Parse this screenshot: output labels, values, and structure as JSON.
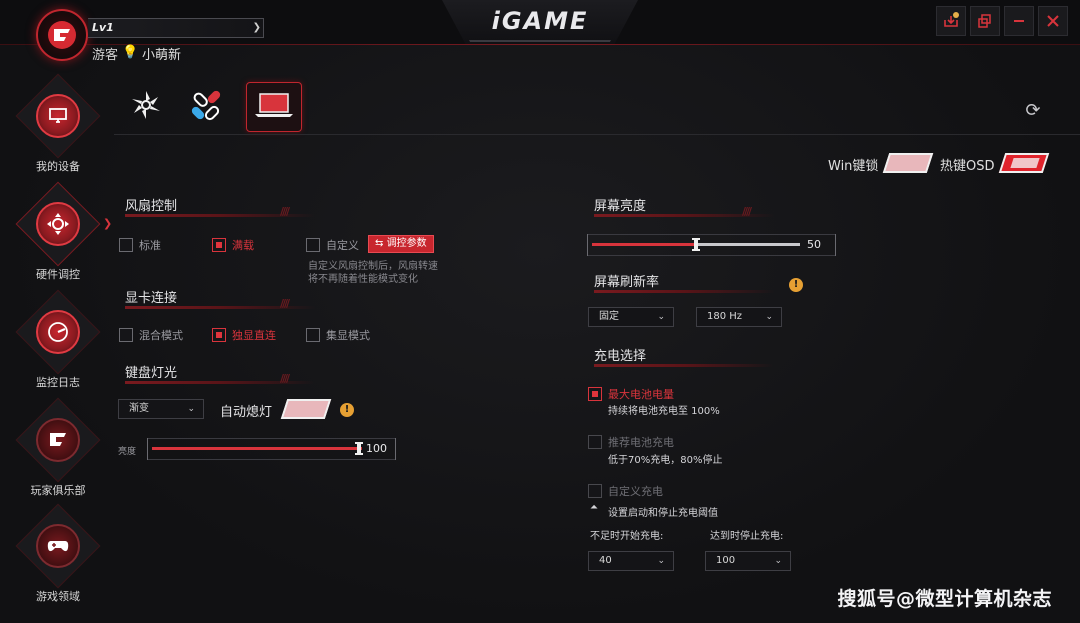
{
  "app": {
    "brand": "iGAME",
    "level": "Lv1",
    "user_title": "游客",
    "user_name": "小萌新"
  },
  "window_controls": [
    "notifications-icon",
    "restore-icon",
    "minimize-icon",
    "close-icon"
  ],
  "nav": {
    "items": [
      {
        "label": "我的设备",
        "icon": "monitor-icon"
      },
      {
        "label": "硬件调控",
        "icon": "gamepad-dpad-icon",
        "active": true
      },
      {
        "label": "监控日志",
        "icon": "gauge-icon"
      },
      {
        "label": "玩家俱乐部",
        "icon": "club-logo-icon"
      },
      {
        "label": "游戏领域",
        "icon": "controller-icon"
      }
    ]
  },
  "tabs": [
    {
      "icon": "fan-icon"
    },
    {
      "icon": "pills-icon"
    },
    {
      "icon": "laptop-icon",
      "active": true
    }
  ],
  "toggles": {
    "win_lock": {
      "label": "Win键锁",
      "on": false
    },
    "hotkey_osd": {
      "label": "热键OSD",
      "on": true
    }
  },
  "fan": {
    "title": "风扇控制",
    "options": [
      {
        "label": "标准",
        "checked": false
      },
      {
        "label": "满载",
        "checked": true
      },
      {
        "label": "自定义",
        "checked": false
      }
    ],
    "tune_button": "调控参数",
    "hint_line1": "自定义风扇控制后，风扇转速",
    "hint_line2": "将不再随着性能模式变化"
  },
  "gpu": {
    "title": "显卡连接",
    "options": [
      {
        "label": "混合模式",
        "checked": false
      },
      {
        "label": "独显直连",
        "checked": true
      },
      {
        "label": "集显模式",
        "checked": false
      }
    ]
  },
  "keyboard": {
    "title": "键盘灯光",
    "mode": "渐变",
    "auto_off_label": "自动熄灯",
    "auto_off_on": false,
    "brightness_label": "亮度",
    "brightness": 100
  },
  "screen": {
    "title": "屏幕亮度",
    "brightness": 50
  },
  "refresh": {
    "title": "屏幕刷新率",
    "mode": "固定",
    "rate": "180 Hz"
  },
  "charge": {
    "title": "充电选择",
    "options": [
      {
        "label": "最大电池电量",
        "desc": "持续将电池充电至 100%",
        "checked": true
      },
      {
        "label": "推荐电池充电",
        "desc": "低于70%充电，80%停止",
        "checked": false
      },
      {
        "label": "自定义充电",
        "checked": false
      }
    ],
    "custom_desc": "设置启动和停止充电阈值",
    "start_label": "不足时开始充电:",
    "start_value": "40",
    "stop_label": "达到时停止充电:",
    "stop_value": "100"
  },
  "watermark": "搜狐号@微型计算机杂志",
  "colors": {
    "accent": "#d8343c",
    "background": "#121214",
    "warning": "#e6a033"
  }
}
